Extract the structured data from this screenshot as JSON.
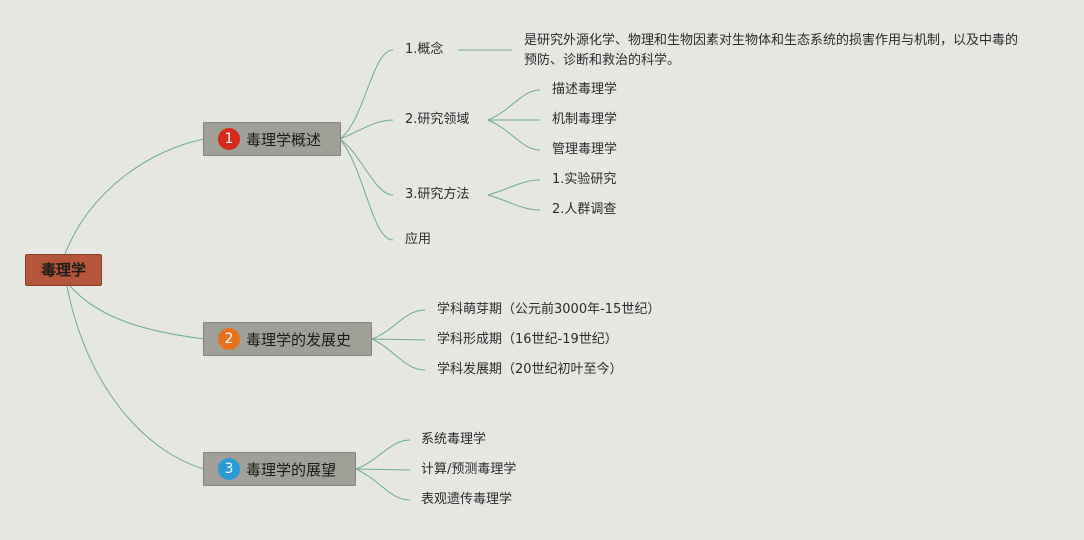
{
  "mindmap": {
    "root": "毒理学",
    "branches": [
      {
        "number": "1",
        "label": "毒理学概述",
        "badge_color": "#d8291c",
        "children": {
          "concept": {
            "label": "1.概念",
            "definition": "是研究外源化学、物理和生物因素对生物体和生态系统的损害作用与机制，以及中毒的预防、诊断和救治的科学。"
          },
          "fields": {
            "label": "2.研究领域",
            "items": [
              "描述毒理学",
              "机制毒理学",
              "管理毒理学"
            ]
          },
          "methods": {
            "label": "3.研究方法",
            "items": [
              "1.实验研究",
              "2.人群调查"
            ]
          },
          "application": {
            "label": "应用"
          }
        }
      },
      {
        "number": "2",
        "label": "毒理学的发展史",
        "badge_color": "#e8721c",
        "items": [
          "学科萌芽期（公元前3000年-15世纪）",
          "学科形成期（16世纪-19世纪）",
          "学科发展期（20世纪初叶至今）"
        ]
      },
      {
        "number": "3",
        "label": "毒理学的展望",
        "badge_color": "#2a9ad6",
        "items": [
          "系统毒理学",
          "计算/预测毒理学",
          "表观遗传毒理学"
        ]
      }
    ],
    "colors": {
      "root_fill": "#b5563b",
      "main_fill": "#a09f98",
      "link": "#6fa897",
      "background": "#e6e7e3"
    }
  }
}
